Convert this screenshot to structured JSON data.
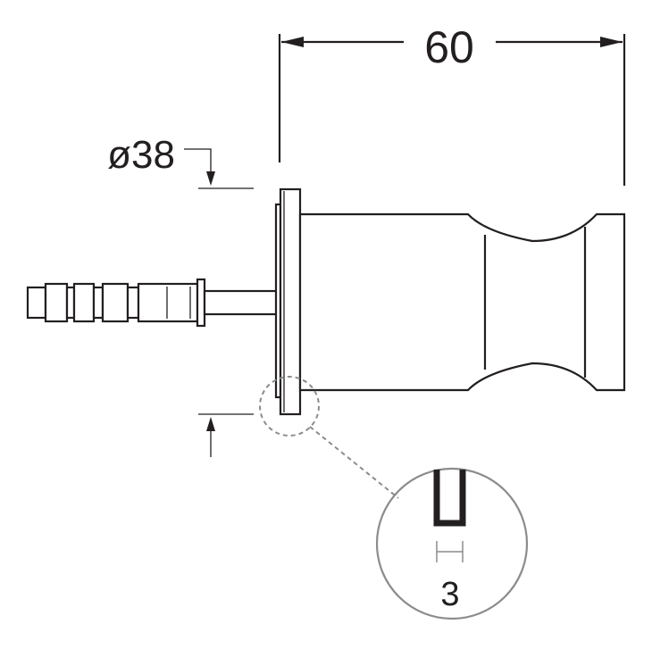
{
  "dimensions": {
    "length": {
      "value": "60"
    },
    "diameter": {
      "value": "ø38"
    },
    "detail_thickness": {
      "value": "3"
    }
  },
  "colors": {
    "line": "#231f20",
    "detail_circle": "#8c8c8c",
    "background": "#ffffff"
  }
}
